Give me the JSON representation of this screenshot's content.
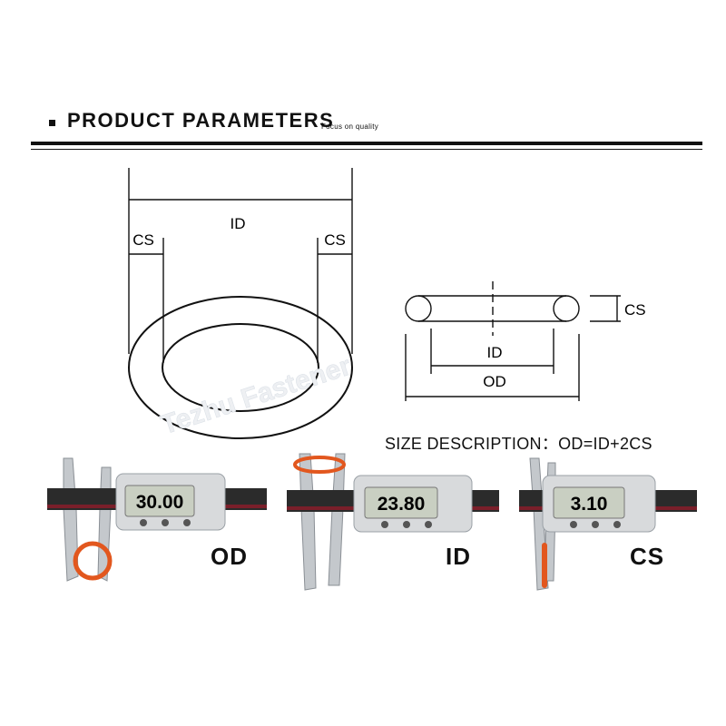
{
  "header": {
    "title": "PRODUCT PARAMETERS",
    "tagline": "Focus on quality"
  },
  "diagram_large": {
    "label_id": "ID",
    "label_cs_left": "CS",
    "label_cs_right": "CS"
  },
  "diagram_section": {
    "label_cs": "CS",
    "label_id": "ID",
    "label_od": "OD"
  },
  "watermark": "Tezhu Fastener",
  "size_description": "SIZE DESCRIPTION：OD=ID+2CS",
  "calipers": [
    {
      "label": "OD",
      "reading": "30.00"
    },
    {
      "label": "ID",
      "reading": "23.80"
    },
    {
      "label": "CS",
      "reading": "3.10"
    }
  ],
  "colors": {
    "ring": "#e2571e",
    "lcd": "#c9cfc2",
    "scale_bar": "#7a1f2a"
  }
}
